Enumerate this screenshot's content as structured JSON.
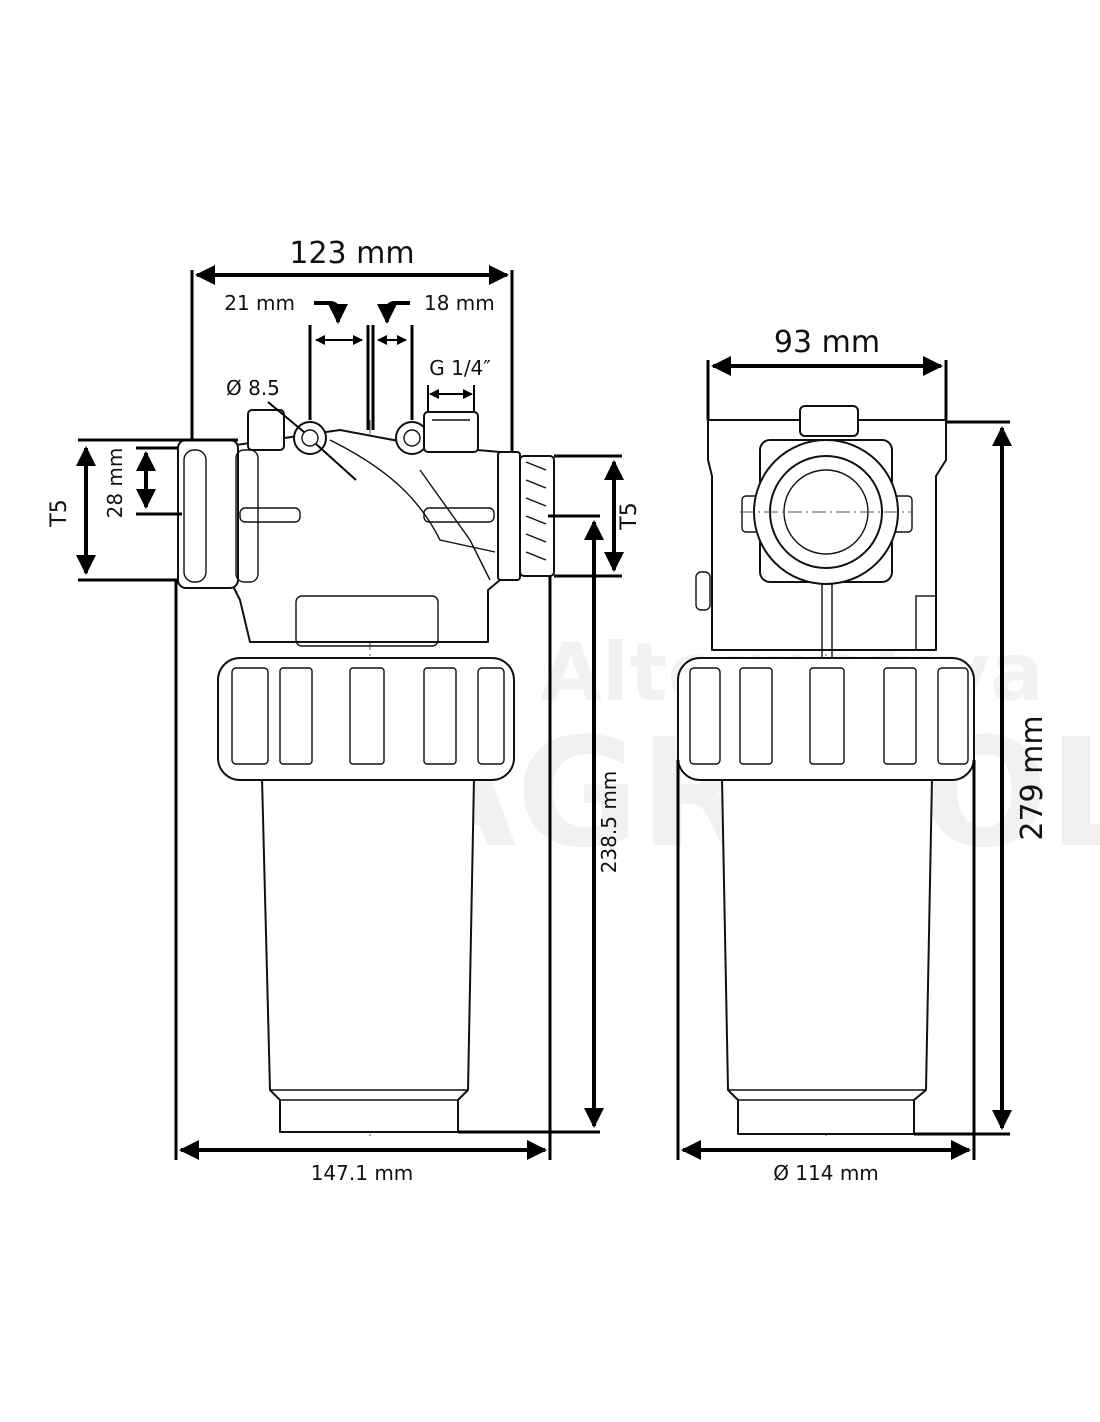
{
  "watermark": {
    "line1": "Alternativa",
    "line2": "AGRICOLA"
  },
  "front_view": {
    "width_top": "123 mm",
    "left_port": "21 mm",
    "right_port": "18 mm",
    "bore": "Ø 8.5",
    "thread": "G 1/4″",
    "left_thread": "T5",
    "left_height": "28 mm",
    "right_thread": "T5",
    "body_height": "238.5 mm",
    "overall_width": "147.1 mm"
  },
  "side_view": {
    "width_top": "93 mm",
    "total_height": "279 mm",
    "diameter": "Ø 114 mm"
  },
  "colors": {
    "line": "#111111",
    "background": "#ffffff"
  }
}
